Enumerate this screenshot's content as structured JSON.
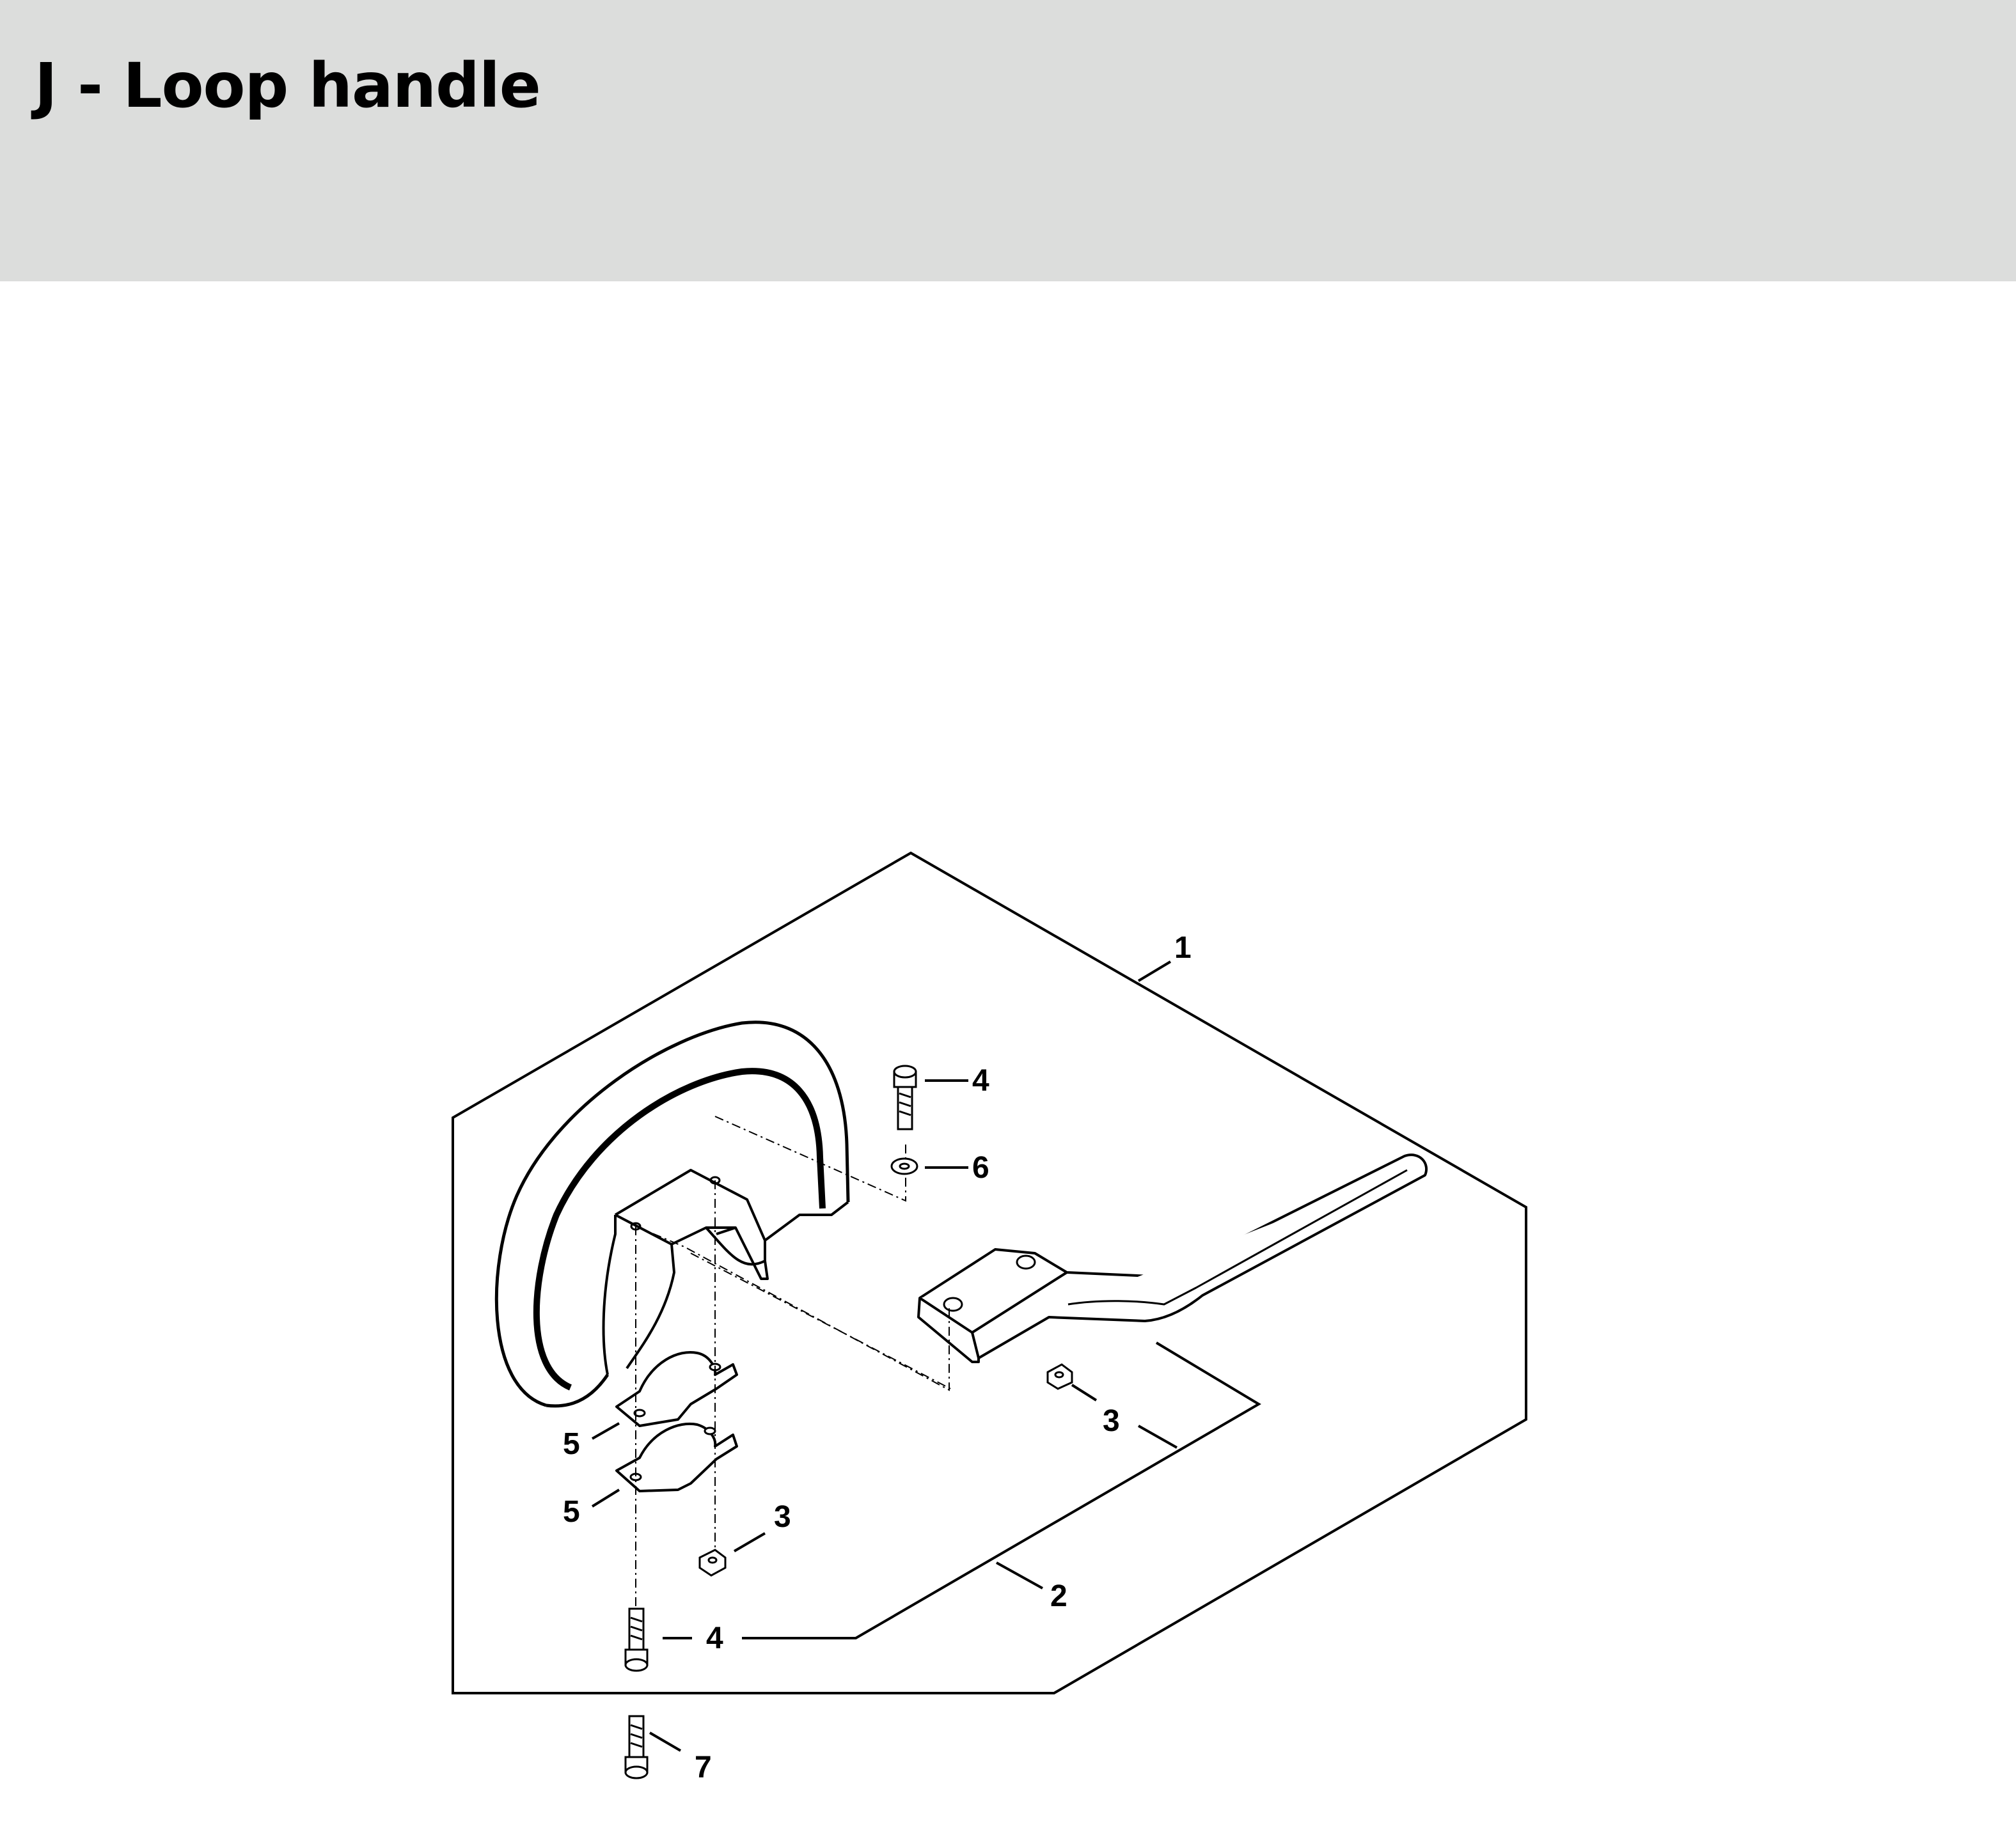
{
  "header": {
    "title": "J - Loop handle",
    "background_color": "#dcdddc"
  },
  "diagram": {
    "callouts": [
      {
        "id": "c1",
        "label": "1"
      },
      {
        "id": "c4a",
        "label": "4"
      },
      {
        "id": "c6",
        "label": "6"
      },
      {
        "id": "c3a",
        "label": "3"
      },
      {
        "id": "c5a",
        "label": "5"
      },
      {
        "id": "c5b",
        "label": "5"
      },
      {
        "id": "c3b",
        "label": "3"
      },
      {
        "id": "c2",
        "label": "2"
      },
      {
        "id": "c4b",
        "label": "4"
      },
      {
        "id": "c7",
        "label": "7"
      }
    ]
  }
}
